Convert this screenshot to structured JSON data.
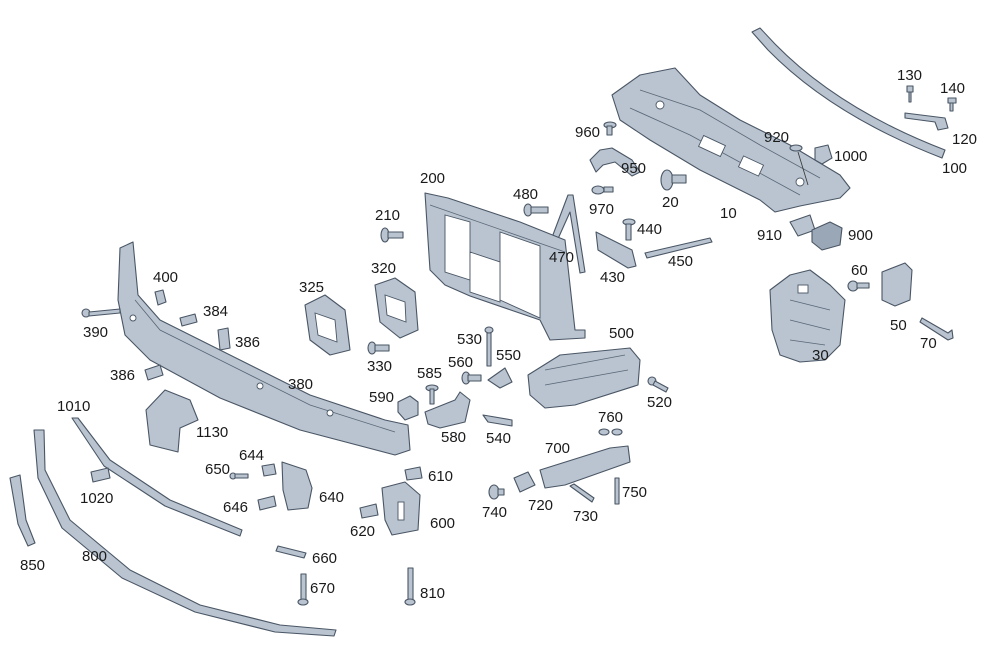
{
  "diagram": {
    "part_numbers": [
      "10",
      "20",
      "30",
      "50",
      "60",
      "70",
      "100",
      "120",
      "130",
      "140",
      "200",
      "210",
      "320",
      "325",
      "330",
      "380",
      "384",
      "386",
      "390",
      "400",
      "430",
      "440",
      "450",
      "470",
      "480",
      "500",
      "520",
      "530",
      "540",
      "550",
      "560",
      "580",
      "585",
      "590",
      "600",
      "610",
      "620",
      "640",
      "644",
      "646",
      "650",
      "660",
      "670",
      "700",
      "720",
      "730",
      "740",
      "750",
      "760",
      "800",
      "810",
      "850",
      "900",
      "910",
      "920",
      "950",
      "960",
      "970",
      "1000",
      "1010",
      "1020",
      "1130"
    ],
    "colors": {
      "part_fill": "#b9c4d0",
      "part_stroke": "#4a5665",
      "label": "#1a1a1a",
      "background": "#ffffff"
    }
  },
  "labels": {
    "l10": "10",
    "l20": "20",
    "l30": "30",
    "l50": "50",
    "l60": "60",
    "l70": "70",
    "l100": "100",
    "l120": "120",
    "l130": "130",
    "l140": "140",
    "l200": "200",
    "l210": "210",
    "l320": "320",
    "l325": "325",
    "l330": "330",
    "l380": "380",
    "l384": "384",
    "l386a": "386",
    "l386b": "386",
    "l390": "390",
    "l400": "400",
    "l430": "430",
    "l440": "440",
    "l450": "450",
    "l470": "470",
    "l480": "480",
    "l500": "500",
    "l520": "520",
    "l530": "530",
    "l540": "540",
    "l550": "550",
    "l560": "560",
    "l580": "580",
    "l585": "585",
    "l590": "590",
    "l600": "600",
    "l610": "610",
    "l620": "620",
    "l640": "640",
    "l644": "644",
    "l646": "646",
    "l650": "650",
    "l660": "660",
    "l670": "670",
    "l700": "700",
    "l720": "720",
    "l730": "730",
    "l740": "740",
    "l750": "750",
    "l760": "760",
    "l800": "800",
    "l810": "810",
    "l850": "850",
    "l900": "900",
    "l910": "910",
    "l920": "920",
    "l950": "950",
    "l960": "960",
    "l970": "970",
    "l1000": "1000",
    "l1010": "1010",
    "l1020": "1020",
    "l1130": "1130"
  }
}
